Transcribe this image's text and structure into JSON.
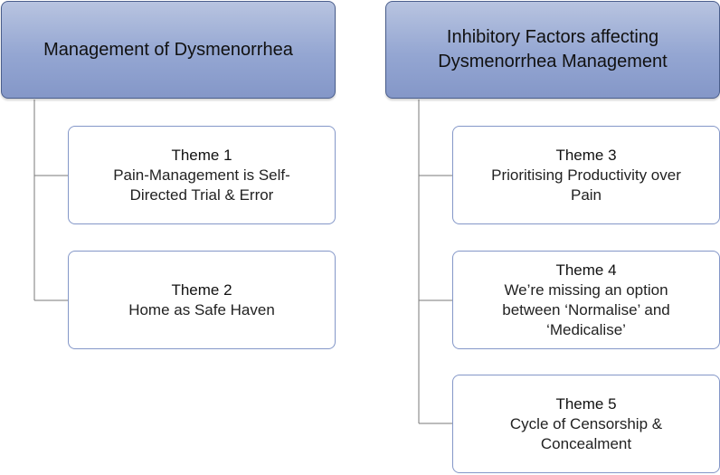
{
  "columns": [
    {
      "header": "Management of Dysmenorrhea",
      "themes": [
        {
          "title": "Theme 1",
          "description": "Pain-Management is Self-\nDirected Trial & Error"
        },
        {
          "title": "Theme 2",
          "description": "Home as Safe Haven"
        }
      ]
    },
    {
      "header": "Inhibitory Factors affecting\nDysmenorrhea Management",
      "themes": [
        {
          "title": "Theme 3",
          "description": "Prioritising Productivity over\nPain"
        },
        {
          "title": "Theme 4",
          "description": "We’re missing an option\nbetween ‘Normalise’ and\n‘Medicalise’"
        },
        {
          "title": "Theme 5",
          "description": "Cycle of Censorship &\nConcealment"
        }
      ]
    }
  ],
  "colors": {
    "header_fill": "#94a6d2",
    "header_border": "#4a5e8c",
    "box_border": "#8497c8",
    "connector": "#7a7a7a"
  }
}
